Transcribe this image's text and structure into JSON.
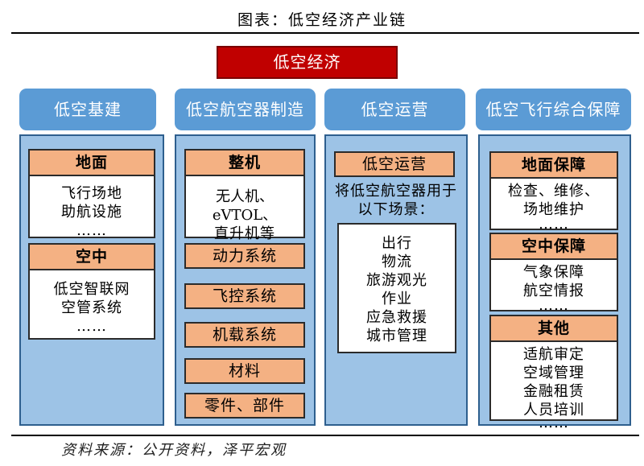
{
  "caption": "图表：低空经济产业链",
  "root": "低空经济",
  "columns": [
    {
      "header": "低空基建",
      "items": [
        {
          "title": "地面",
          "lines": [
            "飞行场地",
            "助航设施",
            "……"
          ]
        },
        {
          "title": "空中",
          "lines": [
            "低空智联网",
            "空管系统",
            "……"
          ]
        }
      ]
    },
    {
      "header": "低空航空器制造",
      "items": [
        {
          "title": "整机",
          "lines": [
            "无人机、eVTOL、",
            "直升机等"
          ]
        },
        {
          "title": "动力系统"
        },
        {
          "title": "飞控系统"
        },
        {
          "title": "机载系统"
        },
        {
          "title": "材料"
        },
        {
          "title": "零件、部件"
        }
      ]
    },
    {
      "header": "低空运营",
      "items": [
        {
          "title": "低空运营",
          "intro": [
            "将低空航空器用于",
            "以下场景："
          ],
          "lines": [
            "出行",
            "物流",
            "旅游观光",
            "作业",
            "应急救援",
            "城市管理"
          ]
        }
      ]
    },
    {
      "header": "低空飞行综合保障",
      "items": [
        {
          "title": "地面保障",
          "lines": [
            "检查、维修、",
            "场地维护",
            "……"
          ]
        },
        {
          "title": "空中保障",
          "lines": [
            "气象保障",
            "航空情报",
            "……"
          ]
        },
        {
          "title": "其他",
          "lines": [
            "适航审定",
            "空域管理",
            "金融租赁",
            "人员培训",
            "……"
          ]
        }
      ]
    }
  ],
  "source": "资料来源：公开资料，泽平宏观",
  "colors": {
    "root_fill": "#c00000",
    "header_fill": "#5b9bd5",
    "panel_fill": "#9dc3e6",
    "label_fill": "#f4b183"
  }
}
